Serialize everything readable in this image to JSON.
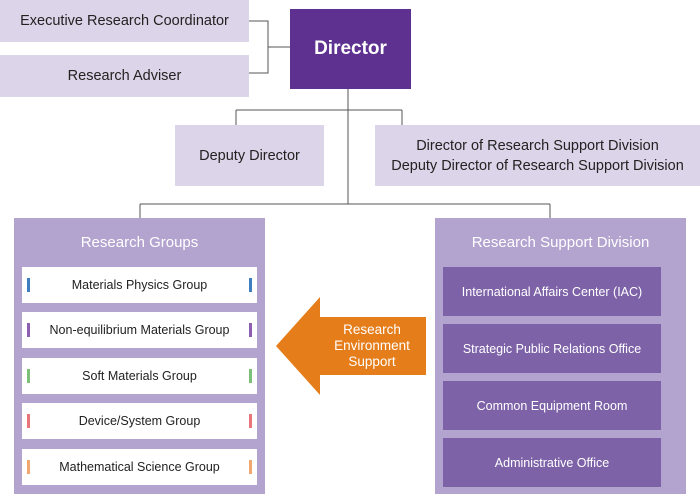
{
  "top": {
    "executive_research_coordinator": "Executive Research Coordinator",
    "research_adviser": "Research Adviser",
    "director": "Director",
    "deputy_director": "Deputy Director",
    "support_division_director_1": "Director of Research Support Division",
    "support_division_director_2": "Deputy Director of Research Support Division"
  },
  "research_groups": {
    "title": "Research Groups",
    "items": [
      {
        "label": "Materials Physics Group",
        "color": "#3f7fc0"
      },
      {
        "label": "Non-equilibrium Materials Group",
        "color": "#8e5fb0"
      },
      {
        "label": "Soft Materials Group",
        "color": "#7cc07a"
      },
      {
        "label": "Device/System Group",
        "color": "#e8757a"
      },
      {
        "label": "Mathematical Science Group",
        "color": "#f0a870"
      }
    ]
  },
  "support_division": {
    "title": "Research Support Division",
    "items": [
      "International Affairs Center (IAC)",
      "Strategic Public Relations Office",
      "Common Equipment Room",
      "Administrative Office"
    ]
  },
  "arrow": {
    "line1": "Research",
    "line2": "Environment",
    "line3": "Support",
    "color": "#e57d1a"
  },
  "colors": {
    "director_fill": "#5e3191",
    "light_box_fill": "#dcd4e8",
    "panel_fill": "#b3a3cf",
    "support_item_fill": "#7d62a8",
    "connector": "#555555"
  }
}
